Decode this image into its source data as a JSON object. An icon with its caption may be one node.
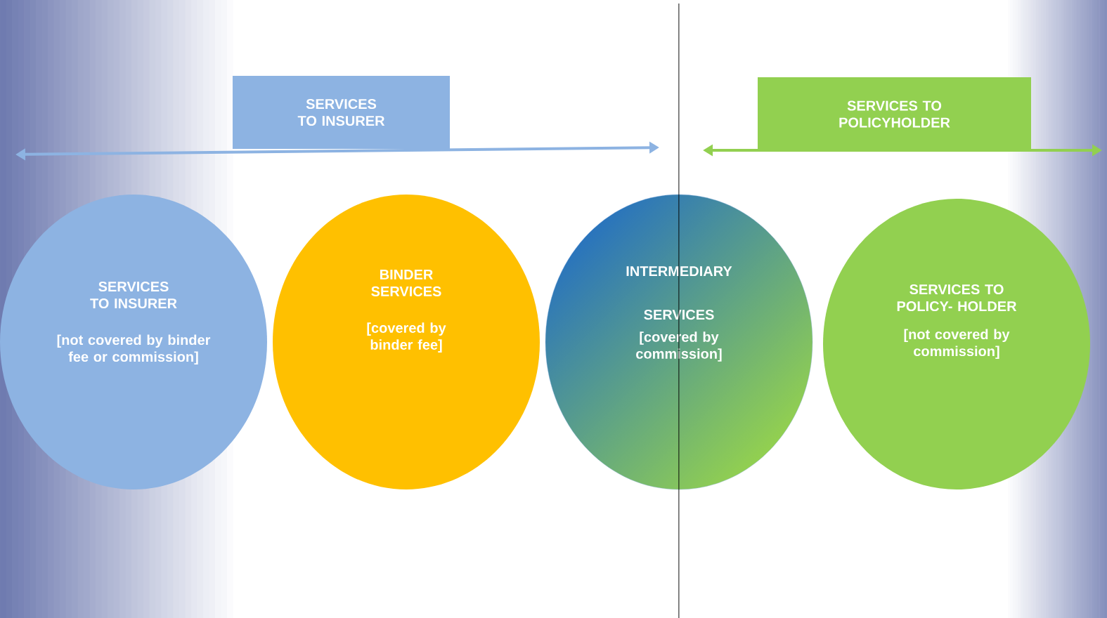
{
  "diagram": {
    "nodes": [
      {
        "text": [
          "SERVICES TO INSURER"
        ]
      },
      {
        "text": [
          "SERVICES TO POLICYHOLDER"
        ]
      },
      {
        "text": [
          "SERVICES TO INSURER",
          "[not covered by binder fee or commission]"
        ]
      },
      {
        "text": [
          "BINDER SERVICES",
          "[covered by binder fee]"
        ]
      },
      {
        "text": [
          "INTERMEDIARY SERVICES",
          "[covered by commission]"
        ]
      },
      {
        "text": [
          "SERVICES TO POLICY- HOLDER",
          "[not covered by commission]"
        ]
      }
    ]
  }
}
